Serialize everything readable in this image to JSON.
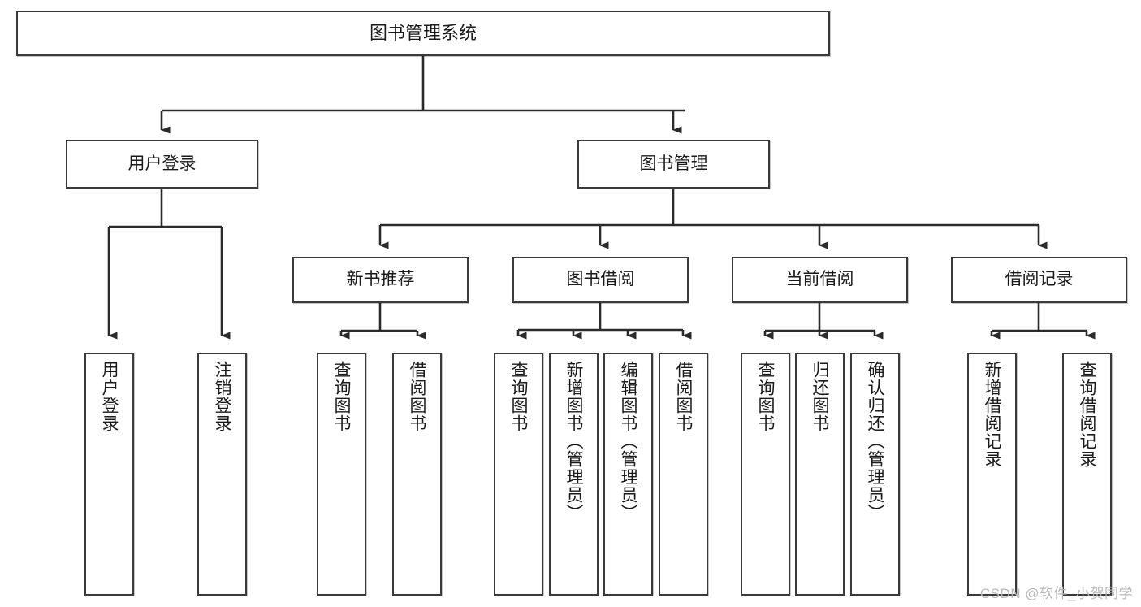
{
  "diagram": {
    "type": "tree-hierarchy",
    "title": "图书管理系统",
    "watermark": "CSDN @软件_小贺同学",
    "colors": {
      "box_border": "#3a3a3a",
      "box_fill": "#ffffff",
      "text": "#1a1a1a",
      "connector": "#2b2b2b",
      "watermark": "#b9b9b9",
      "background": "#ffffff"
    },
    "root": {
      "label": "图书管理系统"
    },
    "level2": [
      {
        "label": "用户登录"
      },
      {
        "label": "图书管理"
      }
    ],
    "level3": [
      {
        "label": "新书推荐"
      },
      {
        "label": "图书借阅"
      },
      {
        "label": "当前借阅"
      },
      {
        "label": "借阅记录"
      }
    ],
    "leaves": {
      "user_login": [
        {
          "label": "用户登录"
        },
        {
          "label": "注销登录"
        }
      ],
      "new_book_recommend": [
        {
          "label": "查询图书"
        },
        {
          "label": "借阅图书"
        }
      ],
      "book_borrow": [
        {
          "label": "查询图书"
        },
        {
          "label": "新增图书（管理员）"
        },
        {
          "label": "编辑图书（管理员）"
        },
        {
          "label": "借阅图书"
        }
      ],
      "current_borrow": [
        {
          "label": "查询图书"
        },
        {
          "label": "归还图书"
        },
        {
          "label": "确认归还（管理员）"
        }
      ],
      "borrow_record": [
        {
          "label": "新增借阅记录"
        },
        {
          "label": "查询借阅记录"
        }
      ]
    }
  }
}
